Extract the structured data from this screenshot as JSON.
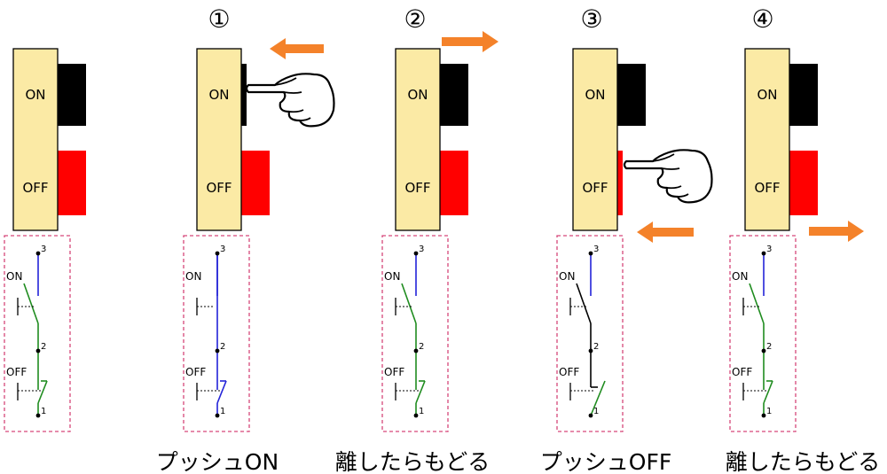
{
  "steps": [
    {
      "number": "",
      "caption": "",
      "on_label": "ON",
      "off_label": "OFF",
      "state": "idle",
      "arrow": "none",
      "hand": "none"
    },
    {
      "number": "①",
      "caption": "プッシュON",
      "on_label": "ON",
      "off_label": "OFF",
      "state": "push-on",
      "arrow": "left-top",
      "hand": "on"
    },
    {
      "number": "②",
      "caption": "離したらもどる",
      "on_label": "ON",
      "off_label": "OFF",
      "state": "idle",
      "arrow": "right-top",
      "hand": "none"
    },
    {
      "number": "③",
      "caption": "プッシュOFF",
      "on_label": "ON",
      "off_label": "OFF",
      "state": "push-off",
      "arrow": "left-bottom",
      "hand": "off"
    },
    {
      "number": "④",
      "caption": "離したらもどる",
      "on_label": "ON",
      "off_label": "OFF",
      "state": "idle",
      "arrow": "right-bottom",
      "hand": "none"
    }
  ],
  "circuit": {
    "terminal_3": "3",
    "terminal_2": "2",
    "terminal_1": "1",
    "on_label": "ON",
    "off_label": "OFF"
  },
  "colors": {
    "housing": "#fbeaa5",
    "on_button": "#000000",
    "off_button": "#ff0000",
    "arrow": "#f4822a",
    "closed_contact": "#2323d8",
    "open_contact": "#1f8c1f",
    "neutral_contact": "#000000",
    "frame": "#d6477a"
  },
  "icons": {
    "hand": "pointing-hand-icon",
    "arrow": "arrow-icon"
  }
}
